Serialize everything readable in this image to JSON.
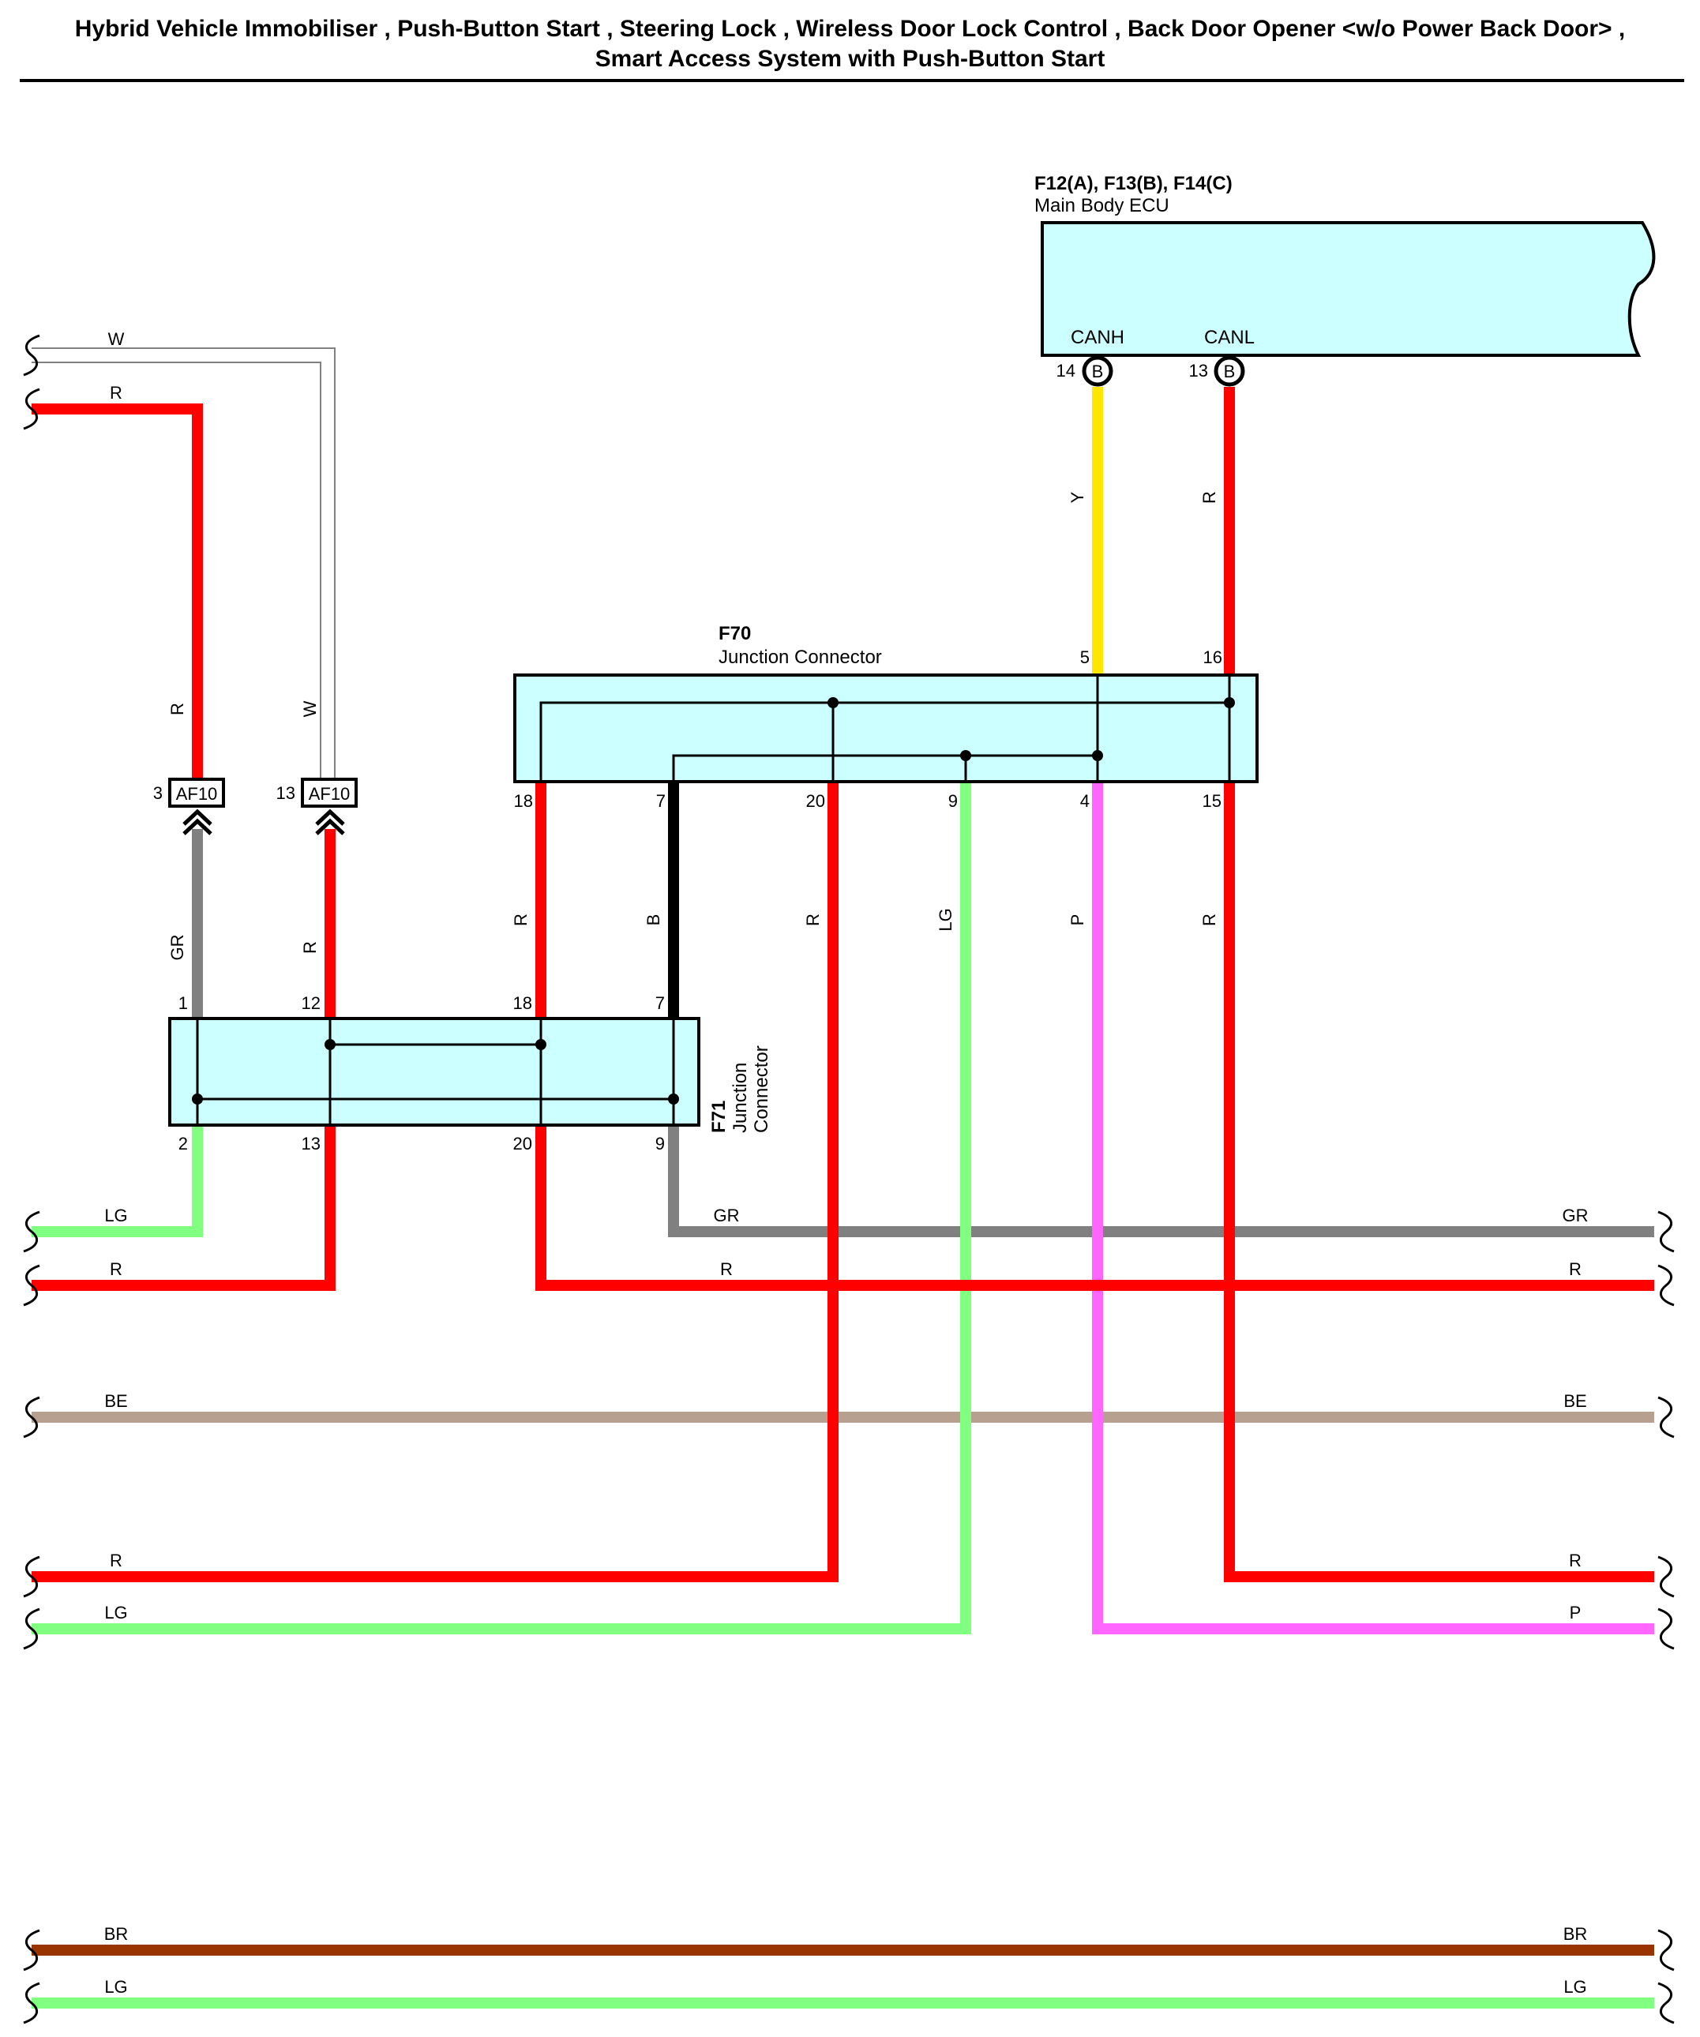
{
  "title": {
    "line1": "Hybrid Vehicle Immobiliser , Push-Button Start , Steering Lock , Wireless Door Lock Control , Back Door Opener <w/o Power Back Door> ,",
    "line2": "Smart Access System with Push-Button Start"
  },
  "colors": {
    "R": "#ff0000",
    "W": "#ffffff",
    "Y": "#ffe600",
    "GR": "#808080",
    "LG": "#80ff80",
    "B": "#000000",
    "P": "#ff66ff",
    "BE": "#b8a090",
    "BR": "#993300",
    "box_fill": "#ccffff"
  },
  "ecu": {
    "connectors": "F12(A), F13(B), F14(C)",
    "name": "Main Body ECU",
    "pin_canh_name": "CANH",
    "pin_canl_name": "CANL",
    "pin_canh_num": "14",
    "pin_canl_num": "13",
    "pin_connector": "B"
  },
  "f70": {
    "id": "F70",
    "name": "Junction Connector",
    "top_pins": [
      "5",
      "16"
    ],
    "bottom_pins": [
      "18",
      "7",
      "20",
      "9",
      "4",
      "15"
    ]
  },
  "f71": {
    "id": "F71",
    "name_line1": "Junction",
    "name_line2": "Connector",
    "top_pins": [
      "1",
      "12",
      "18",
      "7"
    ],
    "bottom_pins": [
      "2",
      "13",
      "20",
      "9"
    ]
  },
  "af10": {
    "label": "AF10",
    "pin_left": "3",
    "pin_right": "13"
  },
  "wire_labels": {
    "W": "W",
    "R": "R",
    "Y": "Y",
    "GR": "GR",
    "LG": "LG",
    "B": "B",
    "P": "P",
    "BE": "BE",
    "BR": "BR"
  }
}
